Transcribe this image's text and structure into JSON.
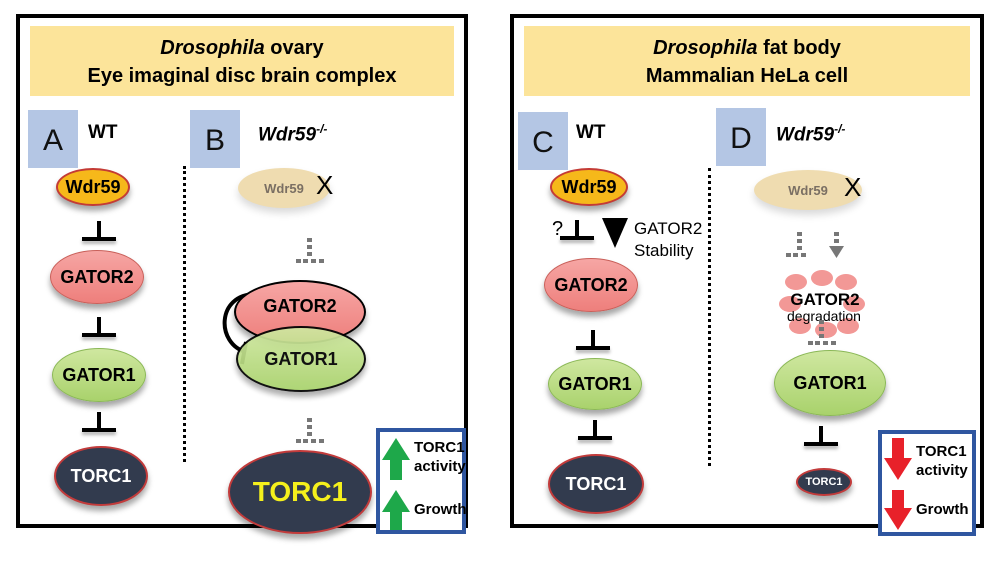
{
  "panels": {
    "left": {
      "header": {
        "line1_italic": "Drosophila",
        "line1_rest": " ovary",
        "line2": "Eye imaginal disc brain complex"
      },
      "subpanels": {
        "A": {
          "letter": "A",
          "label": "WT",
          "nodes": [
            "Wdr59",
            "GATOR2",
            "GATOR1",
            "TORC1"
          ]
        },
        "B": {
          "letter": "B",
          "label": "Wdr59",
          "label_sup": "-/-",
          "nodes": {
            "wdr59": "Wdr59",
            "knockout_mark": "X",
            "gator2": "GATOR2",
            "gator1": "GATOR1",
            "torc1": "TORC1"
          },
          "legend": [
            {
              "direction": "up",
              "text_line1": "TORC1",
              "text_line2": "activity"
            },
            {
              "direction": "up",
              "text_line1": "Growth",
              "text_line2": ""
            }
          ]
        }
      }
    },
    "right": {
      "header": {
        "line1_italic": "Drosophila",
        "line1_rest": " fat body",
        "line2": "Mammalian HeLa cell"
      },
      "subpanels": {
        "C": {
          "letter": "C",
          "label": "WT",
          "nodes": [
            "Wdr59",
            "GATOR2",
            "GATOR1",
            "TORC1"
          ],
          "question_mark": "?",
          "arrow_label_line1": "GATOR2",
          "arrow_label_line2": "Stability"
        },
        "D": {
          "letter": "D",
          "label": "Wdr59",
          "label_sup": "-/-",
          "nodes": {
            "wdr59": "Wdr59",
            "knockout_mark": "X",
            "gator2": "GATOR2",
            "degradation": "degradation",
            "gator1": "GATOR1",
            "torc1": "TORC1"
          },
          "legend": [
            {
              "direction": "down",
              "text_line1": "TORC1",
              "text_line2": "activity"
            },
            {
              "direction": "down",
              "text_line1": "Growth",
              "text_line2": ""
            }
          ]
        }
      }
    }
  },
  "colors": {
    "header_bg": "#fce49a",
    "letter_bg": "#b4c6e4",
    "wdr59": "#f6b81a",
    "gator2": "#ee7f7c",
    "gator1": "#a9d26c",
    "torc1": "#323b4e",
    "torc1_highlight_text": "#f5f01c",
    "up_arrow": "#1ea84a",
    "down_arrow": "#e8212a",
    "legend_border": "#2f56a0"
  }
}
